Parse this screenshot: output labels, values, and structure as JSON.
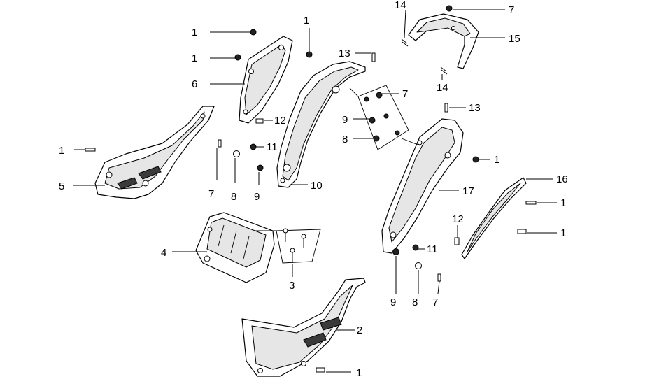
{
  "callouts": [
    {
      "id": "c-1a",
      "label": "1",
      "part": "bolt"
    },
    {
      "id": "c-1b",
      "label": "1",
      "part": "bolt"
    },
    {
      "id": "c-1c",
      "label": "1",
      "part": "bolt"
    },
    {
      "id": "c-1d",
      "label": "1",
      "part": "bolt"
    },
    {
      "id": "c-1e",
      "label": "1",
      "part": "bolt"
    },
    {
      "id": "c-1f",
      "label": "1",
      "part": "bolt"
    },
    {
      "id": "c-1g",
      "label": "1",
      "part": "bolt"
    },
    {
      "id": "c-1h",
      "label": "1",
      "part": "bolt"
    },
    {
      "id": "c-2",
      "label": "2",
      "part": "floor-side-cover"
    },
    {
      "id": "c-3",
      "label": "3",
      "part": "screw-set"
    },
    {
      "id": "c-4",
      "label": "4",
      "part": "battery-tray"
    },
    {
      "id": "c-5",
      "label": "5",
      "part": "left-side-cover"
    },
    {
      "id": "c-6",
      "label": "6",
      "part": "front-side-panel"
    },
    {
      "id": "c-7a",
      "label": "7",
      "part": "screw"
    },
    {
      "id": "c-7b",
      "label": "7",
      "part": "screw"
    },
    {
      "id": "c-7c",
      "label": "7",
      "part": "screw"
    },
    {
      "id": "c-7d",
      "label": "7",
      "part": "screw"
    },
    {
      "id": "c-8a",
      "label": "8",
      "part": "washer"
    },
    {
      "id": "c-8b",
      "label": "8",
      "part": "washer"
    },
    {
      "id": "c-8c",
      "label": "8",
      "part": "washer"
    },
    {
      "id": "c-9a",
      "label": "9",
      "part": "nut"
    },
    {
      "id": "c-9b",
      "label": "9",
      "part": "nut"
    },
    {
      "id": "c-9c",
      "label": "9",
      "part": "nut"
    },
    {
      "id": "c-10",
      "label": "10",
      "part": "left-body-frame-cover"
    },
    {
      "id": "c-11a",
      "label": "11",
      "part": "nut"
    },
    {
      "id": "c-11b",
      "label": "11",
      "part": "nut"
    },
    {
      "id": "c-12a",
      "label": "12",
      "part": "clip"
    },
    {
      "id": "c-12b",
      "label": "12",
      "part": "clip"
    },
    {
      "id": "c-13a",
      "label": "13",
      "part": "pin"
    },
    {
      "id": "c-13b",
      "label": "13",
      "part": "pin"
    },
    {
      "id": "c-14a",
      "label": "14",
      "part": "spring"
    },
    {
      "id": "c-14b",
      "label": "14",
      "part": "spring"
    },
    {
      "id": "c-15",
      "label": "15",
      "part": "rear-grab-handle"
    },
    {
      "id": "c-16",
      "label": "16",
      "part": "right-rail-strip"
    },
    {
      "id": "c-17",
      "label": "17",
      "part": "right-body-frame-cover"
    }
  ]
}
